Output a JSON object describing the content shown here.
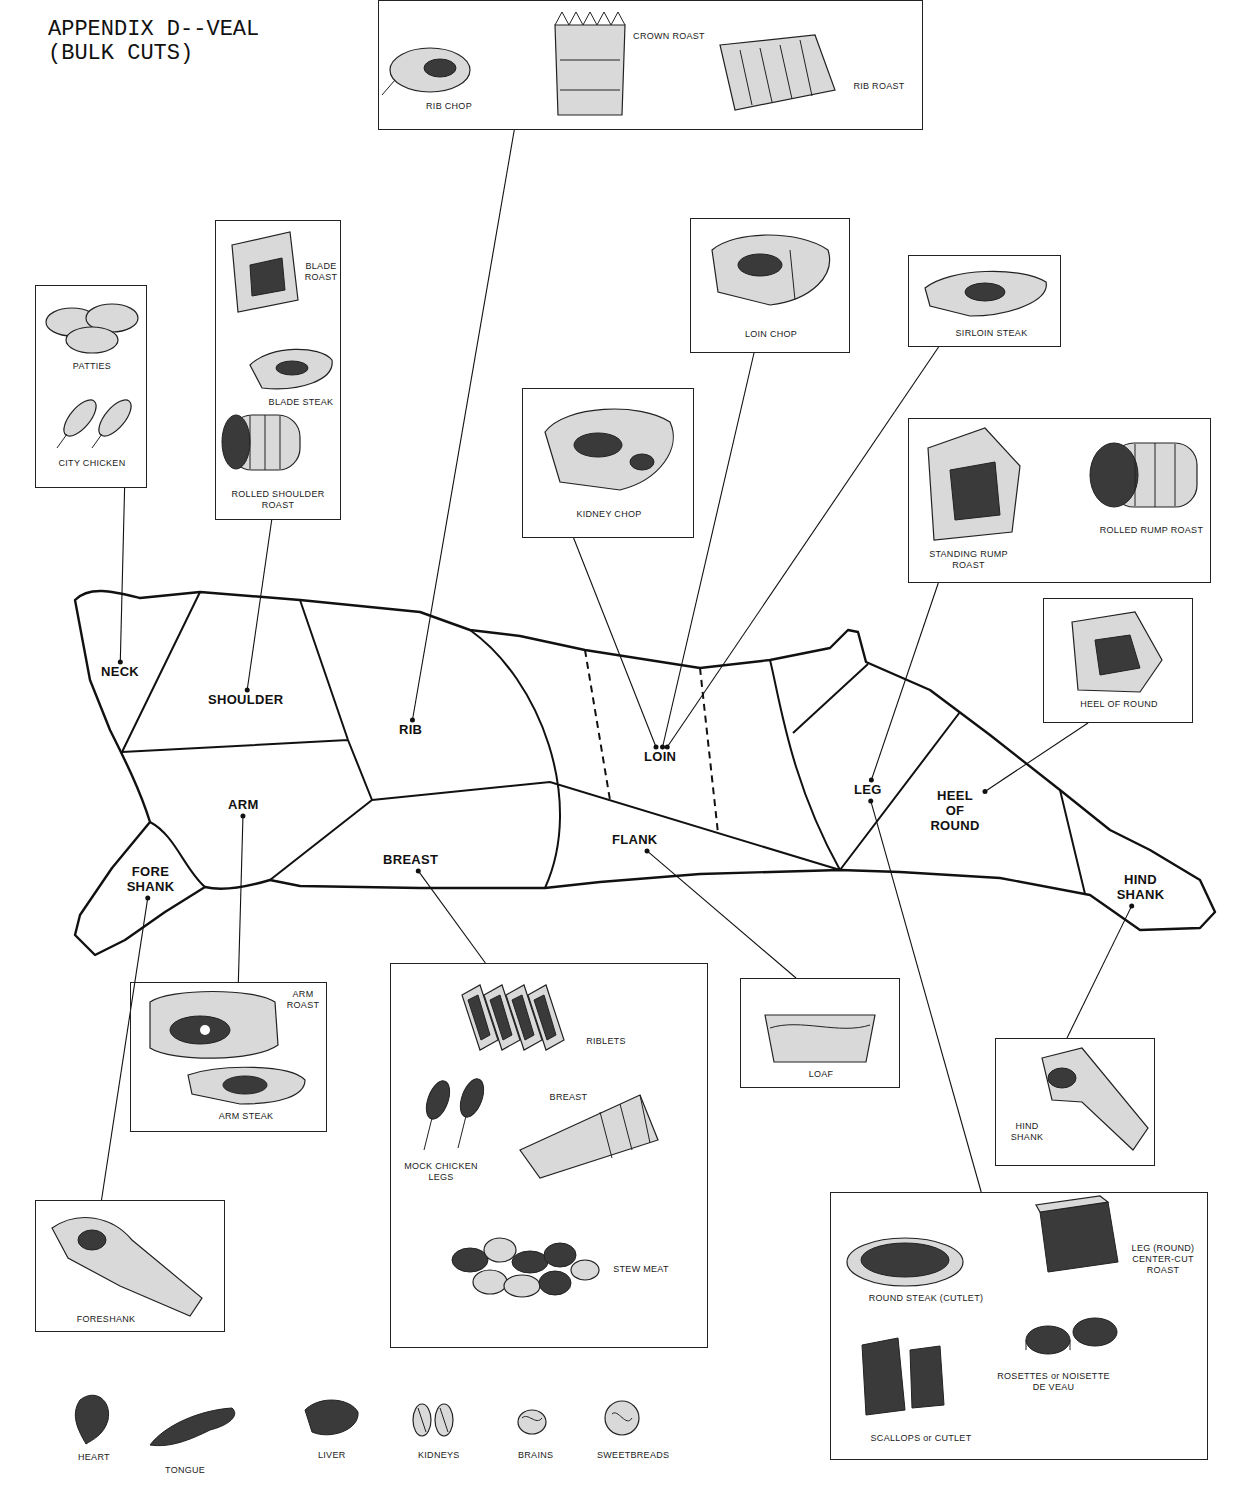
{
  "diagram": {
    "title": "APPENDIX D--VEAL (BULK CUTS)",
    "nodes": [
      {
        "text": [
          "RIB CHOP",
          "CROWN ROAST",
          "RIB ROAST"
        ]
      },
      {
        "text": [
          "PATTIES",
          "CITY CHICKEN"
        ]
      },
      {
        "text": [
          "BLADE ROAST",
          "BLADE STEAK",
          "ROLLED SHOULDER ROAST"
        ]
      },
      {
        "text": [
          "LOIN CHOP"
        ]
      },
      {
        "text": [
          "SIRLOIN STEAK"
        ]
      },
      {
        "text": [
          "KIDNEY CHOP"
        ]
      },
      {
        "text": [
          "STANDING RUMP ROAST",
          "ROLLED RUMP ROAST"
        ]
      },
      {
        "text": [
          "HEEL OF ROUND"
        ]
      },
      {
        "text": [
          "NECK"
        ]
      },
      {
        "text": [
          "SHOULDER"
        ]
      },
      {
        "text": [
          "RIB"
        ]
      },
      {
        "text": [
          "LOIN"
        ]
      },
      {
        "text": [
          "ARM"
        ]
      },
      {
        "text": [
          "LEG"
        ]
      },
      {
        "text": [
          "HEEL OF ROUND"
        ]
      },
      {
        "text": [
          "FLANK"
        ]
      },
      {
        "text": [
          "BREAST"
        ]
      },
      {
        "text": [
          "FORE SHANK"
        ]
      },
      {
        "text": [
          "HIND SHANK"
        ]
      },
      {
        "text": [
          "ARM ROAST",
          "ARM STEAK"
        ]
      },
      {
        "text": [
          "RIBLETS",
          "BREAST",
          "MOCK CHICKEN LEGS",
          "STEW MEAT"
        ]
      },
      {
        "text": [
          "LOAF"
        ]
      },
      {
        "text": [
          "HIND SHANK"
        ]
      },
      {
        "text": [
          "FORESHANK"
        ]
      },
      {
        "text": [
          "ROUND STEAK (CUTLET)",
          "LEG (ROUND) CENTER-CUT ROAST",
          "ROSETTES or NOISETTE DE VEAU",
          "SCALLOPS or CUTLET"
        ]
      }
    ],
    "edges": [
      {
        "from": 8,
        "to": 1,
        "arrow": "none"
      },
      {
        "from": 9,
        "to": 2,
        "arrow": "none"
      },
      {
        "from": 10,
        "to": 0,
        "arrow": "none"
      },
      {
        "from": 11,
        "to": 5,
        "arrow": "none"
      },
      {
        "from": 11,
        "to": 3,
        "arrow": "none"
      },
      {
        "from": 11,
        "to": 4,
        "arrow": "none"
      },
      {
        "from": 13,
        "to": 6,
        "arrow": "none"
      },
      {
        "from": 14,
        "to": 7,
        "arrow": "none"
      },
      {
        "from": 12,
        "to": 19,
        "arrow": "none"
      },
      {
        "from": 17,
        "to": 23,
        "arrow": "none"
      },
      {
        "from": 16,
        "to": 20,
        "arrow": "none"
      },
      {
        "from": 15,
        "to": 21,
        "arrow": "none"
      },
      {
        "from": 18,
        "to": 22,
        "arrow": "none"
      },
      {
        "from": 13,
        "to": 24,
        "arrow": "none"
      }
    ],
    "labels": [
      "HEART",
      "TONGUE",
      "LIVER",
      "KIDNEYS",
      "BRAINS",
      "SWEETBREADS"
    ]
  }
}
